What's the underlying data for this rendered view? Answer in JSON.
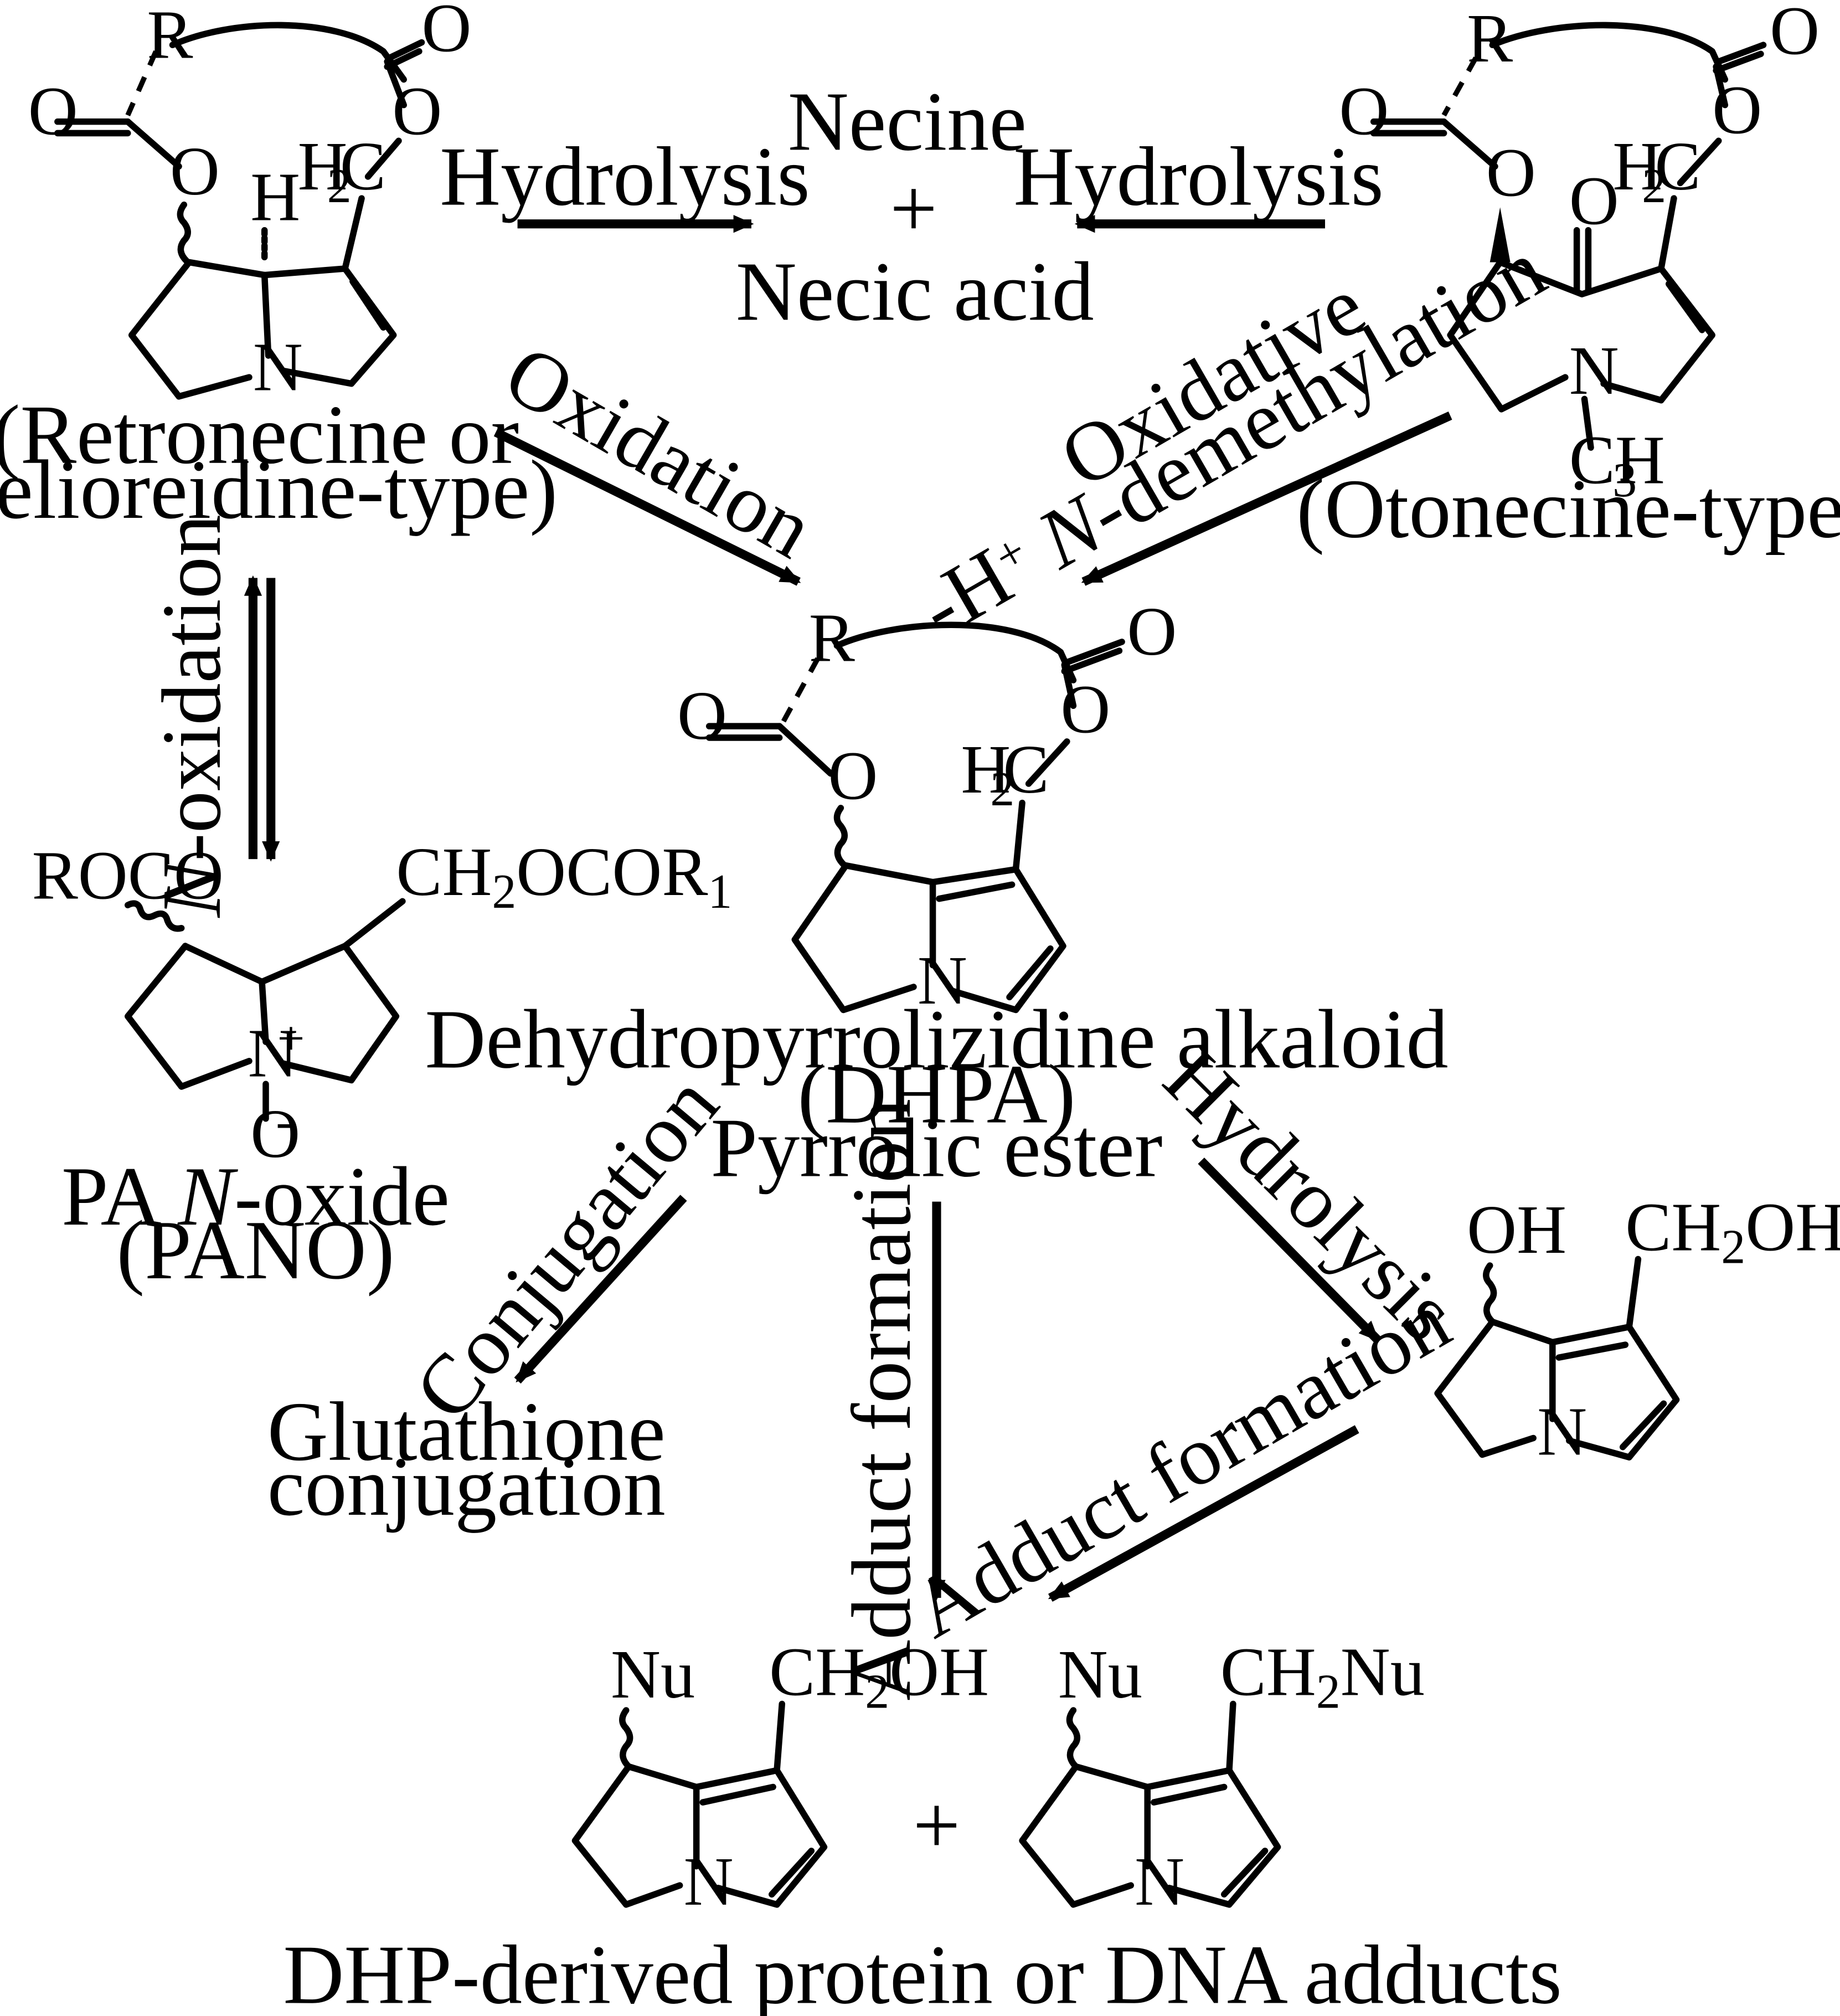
{
  "labels": {
    "necine": "Necine",
    "plus_top": "+",
    "necic_acid": "Necic acid",
    "hydrolysis_left": "Hydrolysis",
    "hydrolysis_right": "Hydrolysis",
    "retronecine_line1": "(Retronecine or",
    "retronecine_line2": "helioreidine-type)",
    "otonecine": "(Otonecine-type)",
    "oxidation": "Oxidation",
    "oxidative_line1": "Oxidative",
    "oxidative_line2_a": "-H",
    "oxidative_line2_b": "+",
    "oxidative_line2_c": " N",
    "oxidative_line2_d": "-demethylation",
    "n_oxidation_a": "N",
    "n_oxidation_b": "-oxidation",
    "dhpa_line1": "Dehydropyrrolizidine alkaloid",
    "dhpa_line2": "(DHPA)",
    "dhpa_line3": "Pyrrolic ester",
    "pano_line1_a": "PA ",
    "pano_line1_b": "N",
    "pano_line1_c": "-oxide",
    "pano_line2": "(PANO)",
    "conjugation": "Conjugation",
    "glutathione_line1": "Glutathione",
    "glutathione_line2": "conjugation",
    "adduct_formation_vertical": "Adduct formation",
    "hydrolysis_diag": "Hydrolysis",
    "adduct_formation_diag": "Adduct formation",
    "plus_bottom": "+",
    "adducts": "DHP-derived protein or DNA adducts"
  },
  "atoms": {
    "R": "R",
    "O": "O",
    "N": "N",
    "H": "H",
    "H2C_H": "H",
    "H2C_2": "2",
    "H2C_C": "C",
    "CH3_C": "CH",
    "CH3_3": "3",
    "ROCO": "ROCO",
    "CH2OCOR1_a": "CH",
    "CH2OCOR1_2": "2",
    "CH2OCOR1_b": "OCOR",
    "CH2OCOR1_1": "1",
    "N_plus": "+",
    "O_minus": "-",
    "OH": "OH",
    "CH2OH_a": "CH",
    "CH2OH_2": "2",
    "CH2OH_b": "OH",
    "Nu": "Nu",
    "CH2Nu_a": "CH",
    "CH2Nu_2": "2",
    "CH2Nu_b": "Nu"
  }
}
